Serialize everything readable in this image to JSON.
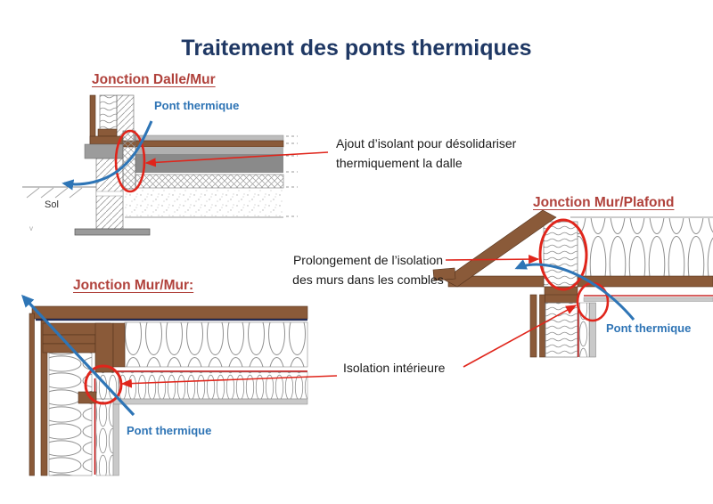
{
  "slide": {
    "title": "Traitement des ponts thermiques"
  },
  "colors": {
    "title_blue": "#1F3864",
    "section_red": "#B0413B",
    "label_blue": "#2E74B5",
    "arrow_blue": "#2E75B6",
    "highlight_red": "#E0251B",
    "wood_brown": "#8A5A39",
    "concrete_gray": "#8A8A8A"
  },
  "sections": {
    "dalle_mur": {
      "title": "Jonction Dalle/Mur",
      "pont_thermique_label": "Pont thermique",
      "sol_label": "Sol",
      "corner_mark": "v"
    },
    "mur_mur": {
      "title": "Jonction Mur/Mur:",
      "pont_thermique_label": "Pont thermique"
    },
    "mur_plafond": {
      "title": "Jonction Mur/Plafond",
      "pont_thermique_label": "Pont thermique"
    }
  },
  "annotations": {
    "ajout_isolant": {
      "line1": "Ajout d’isolant pour désolidariser",
      "line2": "thermiquement la dalle"
    },
    "prolongement": {
      "line1": "Prolongement de l’isolation",
      "line2": "des murs dans les combles"
    },
    "isolation_interieure": "Isolation intérieure"
  }
}
